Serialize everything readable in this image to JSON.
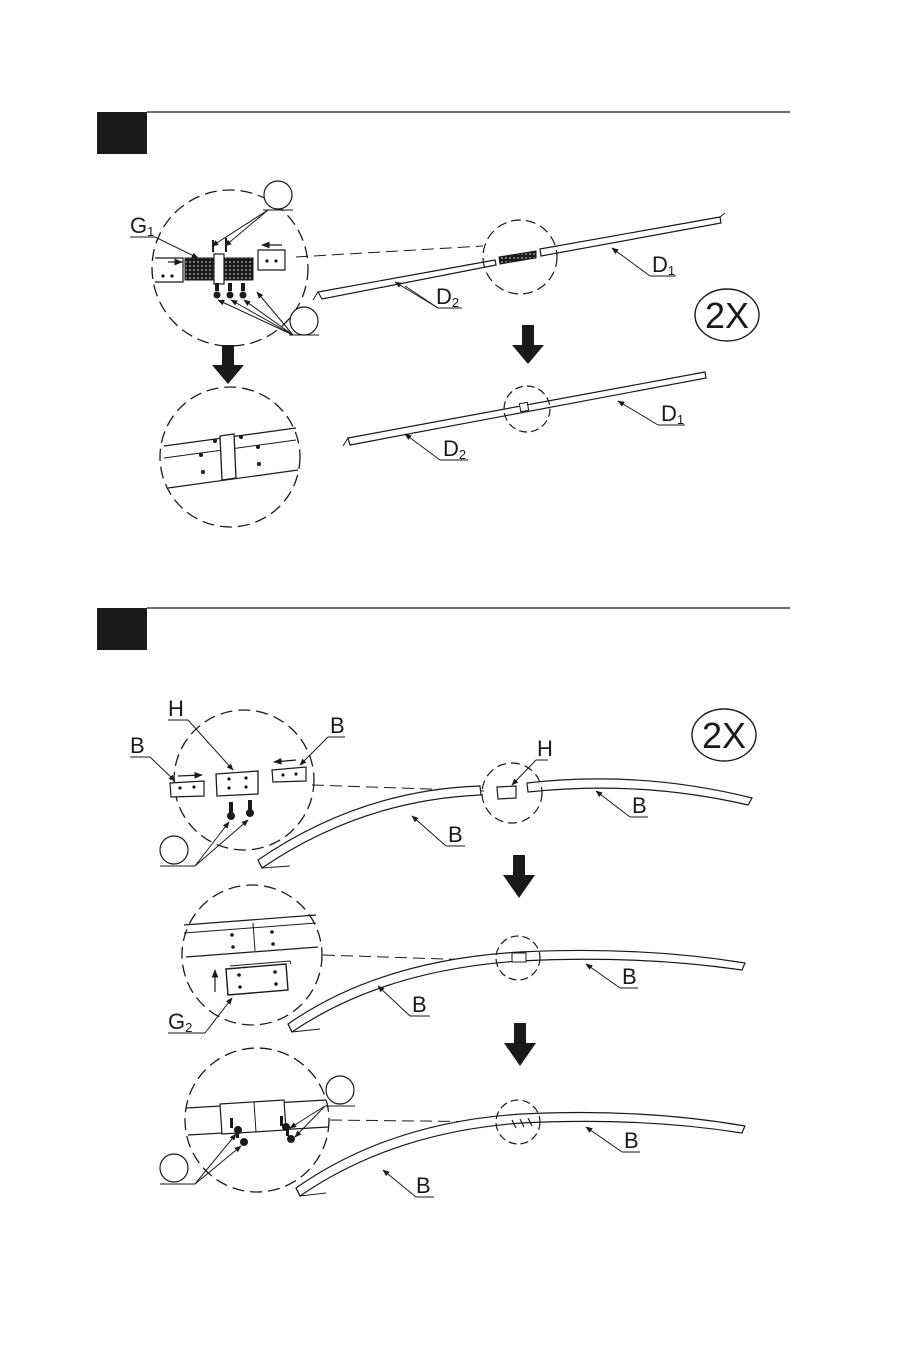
{
  "steps": [
    {
      "labels": {
        "g": "G",
        "g_sub": "1",
        "d1": "D",
        "d1_sub": "1",
        "d2": "D",
        "d2_sub": "2",
        "d1_bottom": "D",
        "d1_bottom_sub": "1",
        "d2_bottom": "D",
        "d2_bottom_sub": "2"
      },
      "quantity": "2X"
    },
    {
      "labels": {
        "h_detail": "H",
        "b_left": "B",
        "b_right": "B",
        "h_main": "H",
        "b_arc1_left": "B",
        "b_arc1_right": "B",
        "g2": "G",
        "g2_sub": "2",
        "b_arc2_left": "B",
        "b_arc2_right": "B",
        "b_arc3_left": "B",
        "b_arc3_right": "B"
      },
      "quantity": "2X"
    }
  ],
  "colors": {
    "ink": "#1a1a1a",
    "paper": "#ffffff"
  }
}
